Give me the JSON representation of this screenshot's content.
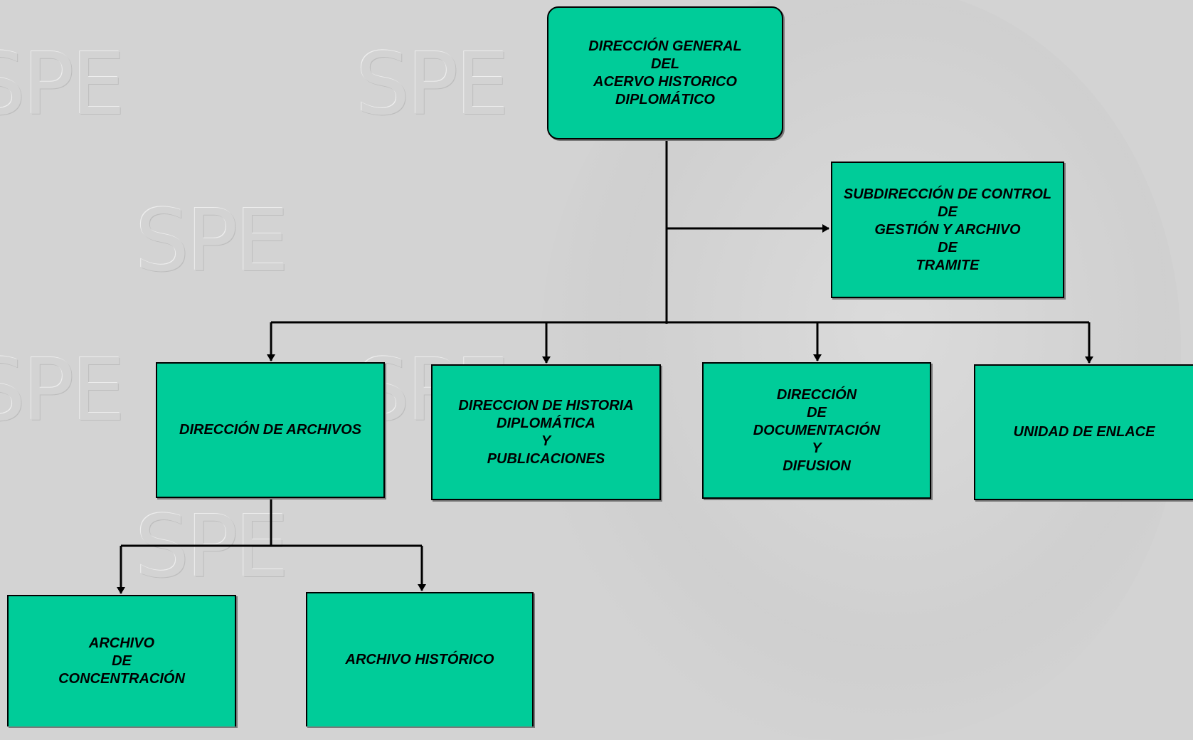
{
  "watermark_text": "SPE",
  "colors": {
    "box_fill": "#00cc99",
    "border": "#000000",
    "background": "#d3d3d3"
  },
  "boxes": {
    "director_general": "DIRECCIÓN GENERAL\nDEL\nACERVO HISTORICO\nDIPLOMÁTICO",
    "subdireccion_control": "SUBDIRECCIÓN DE CONTROL\nDE\nGESTIÓN  Y ARCHIVO\nDE\nTRAMITE",
    "direccion_archivos": "DIRECCIÓN DE ARCHIVOS",
    "direccion_historia": "DIRECCION DE HISTORIA\nDIPLOMÁTICA\nY\nPUBLICACIONES",
    "direccion_documentacion": "DIRECCIÓN\nDE\nDOCUMENTACIÓN\nY\nDIFUSION",
    "unidad_enlace": "UNIDAD DE ENLACE",
    "archivo_concentracion": "ARCHIVO\nDE\nCONCENTRACIÓN",
    "archivo_historico": "ARCHIVO HISTÓRICO"
  }
}
